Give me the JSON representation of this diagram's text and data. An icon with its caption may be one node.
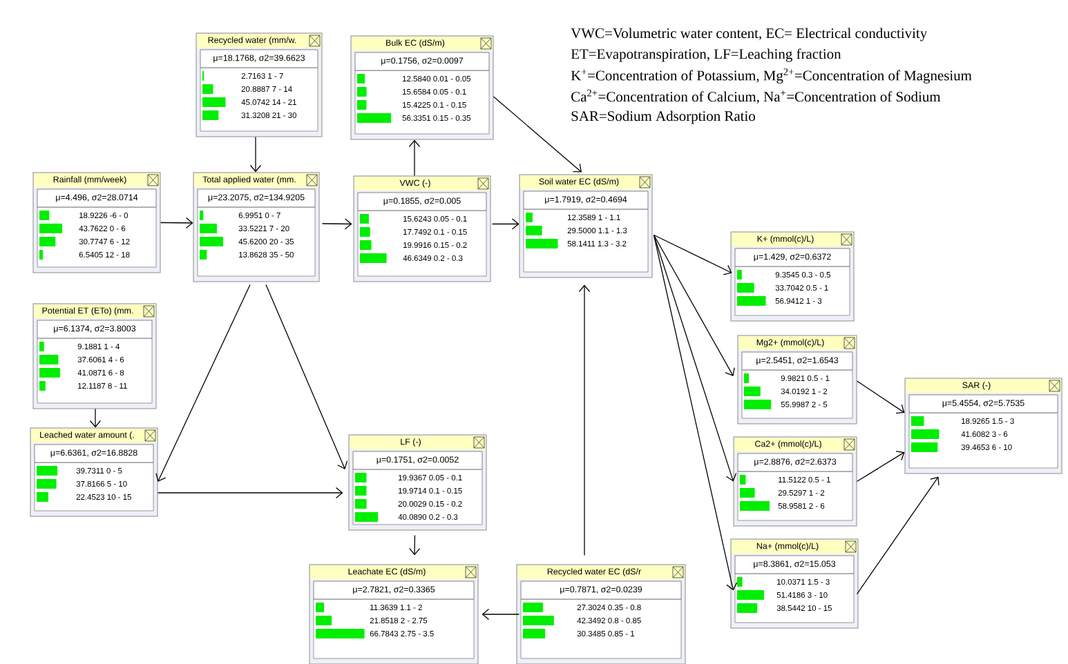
{
  "diagram": {
    "nodes": [
      {
        "text": [
          "Recycled water (mm/w.",
          "μ=18.1768, σ2=39.6623",
          "2.7163 1 - 7",
          "20.8887 7 - 14",
          "45.0742 14 - 21",
          "31.3208 21 - 30"
        ]
      },
      {
        "text": [
          "Bulk EC (dS/m)",
          "μ=0.1756, σ2=0.0097",
          "12.5840 0.01 - 0.05",
          "15.6584 0.05 - 0.1",
          "15.4225 0.1 - 0.15",
          "56.3351 0.15 - 0.35"
        ]
      },
      {
        "text": [
          "Rainfall (mm/week)",
          "μ=4.496, σ2=28.0714",
          "18.9226 -6 - 0",
          "43.7622 0 - 6",
          "30.7747 6 - 12",
          "6.5405 12 - 18"
        ]
      },
      {
        "text": [
          "Total applied water (mm.",
          "μ=23.2075, σ2=134.9205",
          "6.9951 0 - 7",
          "33.5221 7 - 20",
          "45.6200 20 - 35",
          "13.8628 35 - 50"
        ]
      },
      {
        "text": [
          "VWC (-)",
          "μ=0.1855, σ2=0.005",
          "15.6243 0.05 - 0.1",
          "17.7492 0.1 - 0.15",
          "19.9916 0.15 - 0.2",
          "46.6349 0.2 - 0.3"
        ]
      },
      {
        "text": [
          "Soil water EC (dS/m)",
          "μ=1.7919, σ2=0.4694",
          "12.3589 1 - 1.1",
          "29.5000 1.1 - 1.3",
          "58.1411 1.3 - 3.2"
        ]
      },
      {
        "text": [
          "Potential ET (ETo) (mm.",
          "μ=6.1374, σ2=3.8003",
          "9.1881 1 - 4",
          "37.6061 4 - 6",
          "41.0871 6 - 8",
          "12.1187 8 - 11"
        ]
      },
      {
        "text": [
          "Leached water amount (.",
          "μ=6.6361, σ2=16.8828",
          "39.7311 0 - 5",
          "37.8166 5 - 10",
          "22.4523 10 - 15"
        ]
      },
      {
        "text": [
          "LF (-)",
          "μ=0.1751, σ2=0.0052",
          "19.9367 0.05 - 0.1",
          "19.9714 0.1 - 0.15",
          "20.0029 0.15 - 0.2",
          "40.0890 0.2 - 0.3"
        ]
      },
      {
        "text": [
          "Leachate EC (dS/m)",
          "μ=2.7821, σ2=0.3365",
          "11.3639 1.1 - 2",
          "21.8518 2 - 2.75",
          "66.7843 2.75 - 3.5"
        ]
      },
      {
        "text": [
          "Recycled water EC (dS/r",
          "μ=0.7871, σ2=0.0239",
          "27.3024 0.35 - 0.8",
          "42.3492 0.8 - 0.85",
          "30.3485 0.85 - 1"
        ]
      },
      {
        "text": [
          "K+ (mmol(c)/L)",
          "μ=1.429, σ2=0.6372",
          "9.3545 0.3 - 0.5",
          "33.7042 0.5 - 1",
          "56.9412 1 - 3"
        ]
      },
      {
        "text": [
          "Mg2+ (mmol(c)/L)",
          "μ=2.5451, σ2=1.6543",
          "9.9821 0.5 - 1",
          "34.0192 1 - 2",
          "55.9987 2 - 5"
        ]
      },
      {
        "text": [
          "Ca2+ (mmol(c)/L)",
          "μ=2.8876, σ2=2.6373",
          "11.5122 0.5 - 1",
          "29.5297 1 - 2",
          "58.9581 2 - 6"
        ]
      },
      {
        "text": [
          "Na+ (mmol(c)/L)",
          "μ=8.3861, σ2=15.053",
          "10.0371 1.5 - 3",
          "51.4186 3 - 10",
          "38.5442 10 - 15"
        ]
      },
      {
        "text": [
          "SAR (-)",
          "μ=5.4554, σ2=5.7535",
          "18.9265 1.5 - 3",
          "41.6082 3 - 6",
          "39.4653 6 - 10"
        ]
      }
    ],
    "edges": [
      {
        "from": 0,
        "to": 3,
        "arrow": "to"
      },
      {
        "from": 2,
        "to": 3,
        "arrow": "to"
      },
      {
        "from": 3,
        "to": 4,
        "arrow": "to"
      },
      {
        "from": 4,
        "to": 1,
        "arrow": "to"
      },
      {
        "from": 1,
        "to": 5,
        "arrow": "to"
      },
      {
        "from": 4,
        "to": 5,
        "arrow": "to"
      },
      {
        "from": 6,
        "to": 7,
        "arrow": "to"
      },
      {
        "from": 3,
        "to": 7,
        "arrow": "to"
      },
      {
        "from": 3,
        "to": 8,
        "arrow": "to"
      },
      {
        "from": 7,
        "to": 8,
        "arrow": "to"
      },
      {
        "from": 8,
        "to": 9,
        "arrow": "to"
      },
      {
        "from": 10,
        "to": 9,
        "arrow": "to"
      },
      {
        "from": 10,
        "to": 5,
        "arrow": "to"
      },
      {
        "from": 5,
        "to": 11,
        "arrow": "to"
      },
      {
        "from": 5,
        "to": 12,
        "arrow": "to"
      },
      {
        "from": 5,
        "to": 13,
        "arrow": "to"
      },
      {
        "from": 5,
        "to": 14,
        "arrow": "to"
      },
      {
        "from": 12,
        "to": 15,
        "arrow": "to"
      },
      {
        "from": 13,
        "to": 15,
        "arrow": "to"
      },
      {
        "from": 14,
        "to": 15,
        "arrow": "to"
      }
    ],
    "labels": [
      "VWC=Volumetric water content, EC= Electrical conductivity",
      "ET=Evapotranspiration, LF=Leaching fraction",
      "K$^{+}$=Concentration of Potassium, Mg$^{2+}$=Concentration of Magnesium",
      "Ca$^{2+}$=Concentration of Calcium, Na$^{+}$=Concentration of Sodium",
      "SAR=Sodium Adsorption Ratio"
    ]
  }
}
